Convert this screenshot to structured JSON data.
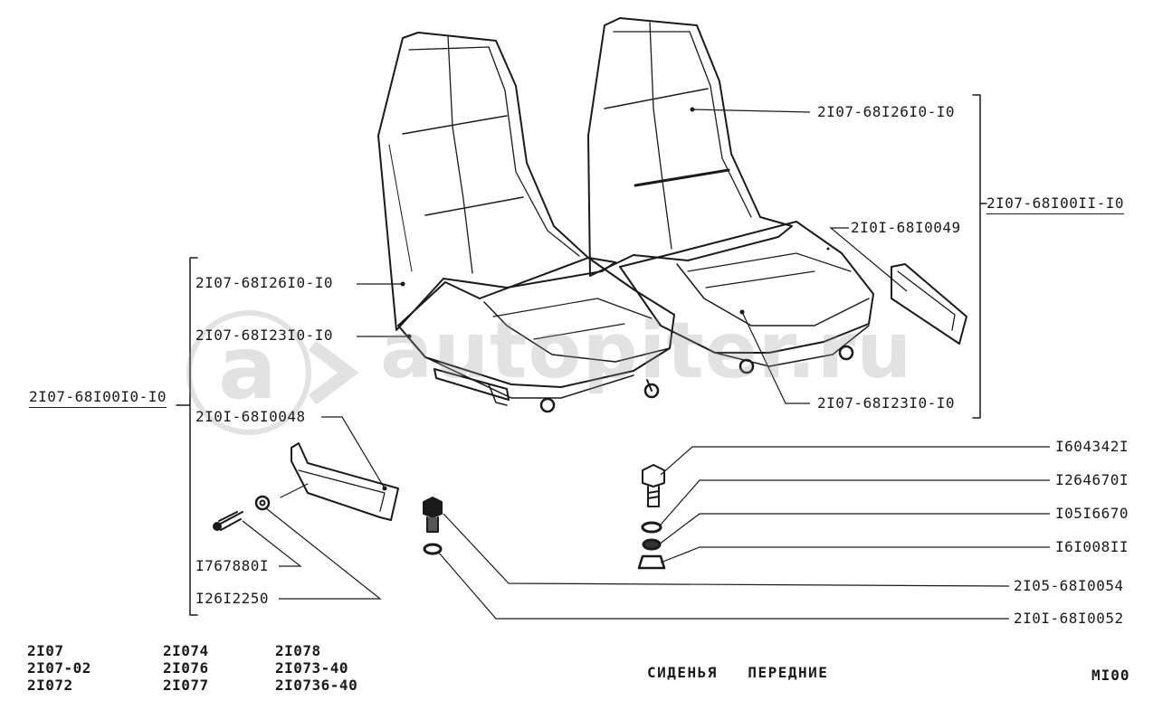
{
  "watermark": {
    "logo": "a",
    "text": "autopiter.ru"
  },
  "groups": {
    "left": "2I07-68I00I0-I0",
    "right": "2I07-68I00II-I0"
  },
  "callouts": {
    "left_back": "2I07-68I26I0-I0",
    "left_cushion": "2I07-68I23I0-I0",
    "left_trim": "2I0I-68I0048",
    "screw": "I767880I",
    "washer": "I26I2250",
    "right_back": "2I07-68I26I0-I0",
    "right_trim": "2I0I-68I0049",
    "right_cushion": "2I07-68I23I0-I0",
    "bolt_big": "I604342I",
    "spring_washer": "I264670I",
    "flat_washer": "I05I6670",
    "nut": "I6I008II",
    "bolt_small": "2I05-68I0054",
    "washer_small": "2I0I-68I0052"
  },
  "models": {
    "col1": [
      "2I07",
      "2I07-02",
      "2I072"
    ],
    "col2": [
      "2I074",
      "2I076",
      "2I077"
    ],
    "col3": [
      "2I078",
      "2I073-40",
      "2I0736-40"
    ]
  },
  "page_title": "СИДЕНЬЯ   ПЕРЕДНИЕ",
  "page_code": "MI00"
}
